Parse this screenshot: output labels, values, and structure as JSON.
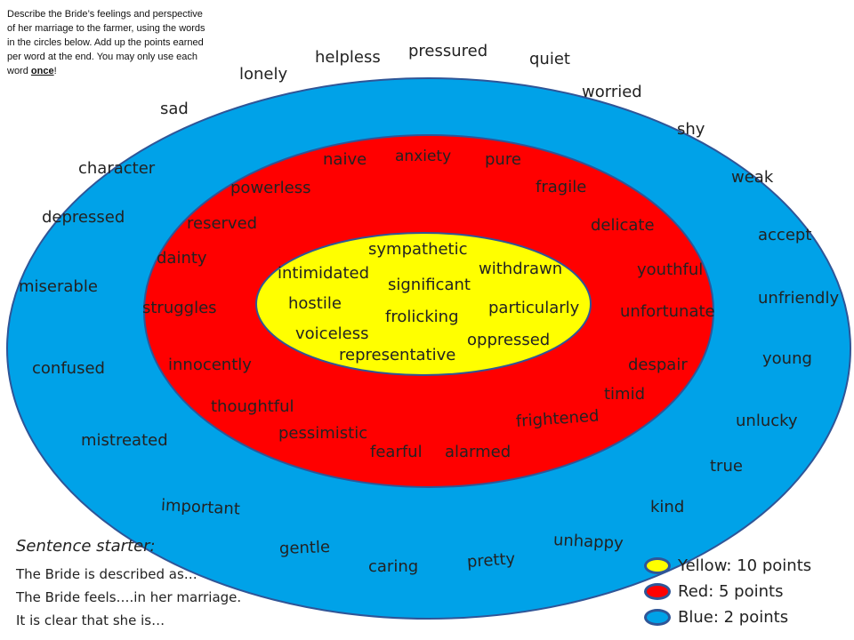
{
  "instructions": {
    "text": "Describe the Bride’s feelings and perspective of her marriage to the farmer, using the words in the circles below. Add up the points earned per word at the end. You may only use each word ",
    "emphasis": "once",
    "end": "!"
  },
  "colors": {
    "yellow": "#ffff00",
    "red": "#ff0000",
    "blue": "#00a2e8",
    "ring_outline": "#2f5597"
  },
  "rings": {
    "yellow": {
      "words": [
        "sympathetic",
        "intimidated",
        "withdrawn",
        "significant",
        "hostile",
        "particularly",
        "frolicking",
        "voiceless",
        "oppressed",
        "representative"
      ]
    },
    "red": {
      "words": [
        "naive",
        "anxiety",
        "pure",
        "powerless",
        "fragile",
        "reserved",
        "delicate",
        "dainty",
        "youthful",
        "struggles",
        "unfortunate",
        "innocently",
        "despair",
        "timid",
        "thoughtful",
        "frightened",
        "pessimistic",
        "fearful",
        "alarmed"
      ]
    },
    "blue": {
      "words": [
        "helpless",
        "pressured",
        "quiet",
        "lonely",
        "worried",
        "sad",
        "shy",
        "character",
        "weak",
        "depressed",
        "accept",
        "miserable",
        "unfriendly",
        "confused",
        "young",
        "unlucky",
        "mistreated",
        "true",
        "important",
        "kind",
        "unhappy",
        "gentle",
        "pretty",
        "caring"
      ]
    }
  },
  "sentence_starter": {
    "heading": "Sentence starter:",
    "lines": [
      "The Bride is described as…",
      "The Bride feels….in her marriage.",
      "It is clear that she is…"
    ]
  },
  "legend": [
    {
      "label": "Yellow: 10 points",
      "color": "#ffff00"
    },
    {
      "label": "Red: 5 points",
      "color": "#ff0000"
    },
    {
      "label": "Blue: 2 points",
      "color": "#00a2e8"
    }
  ]
}
